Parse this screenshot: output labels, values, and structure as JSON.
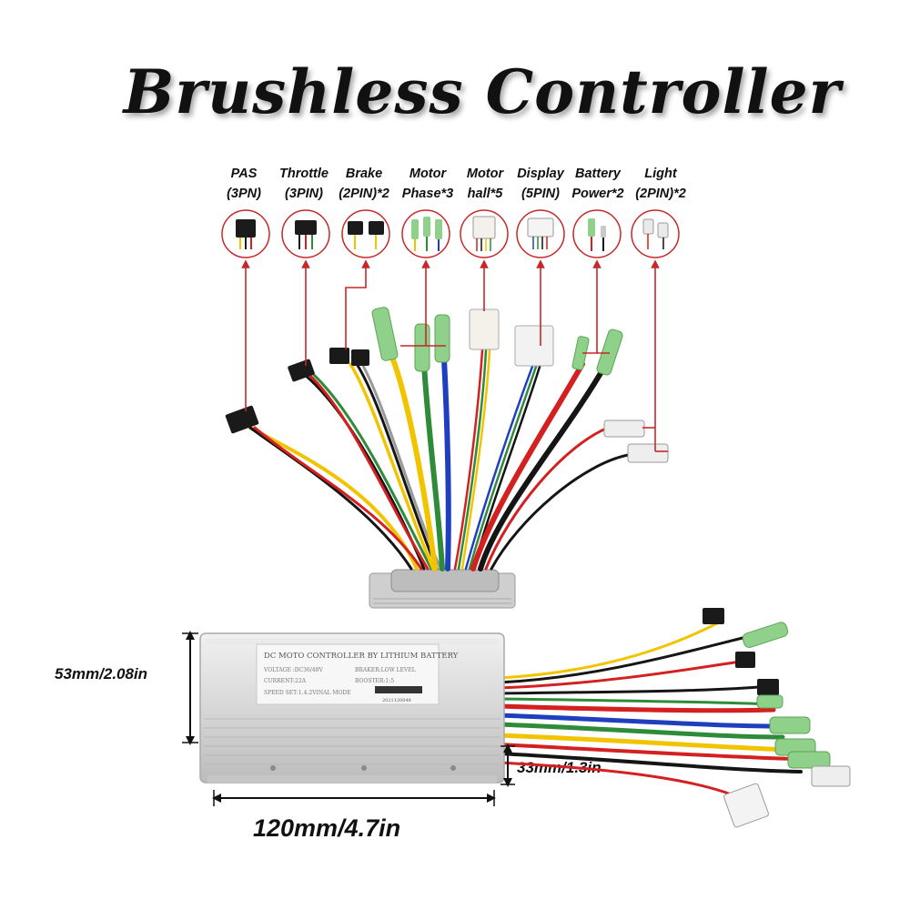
{
  "title": "Brushless Controller",
  "connectors": [
    {
      "id": "pas",
      "line1": "PAS",
      "line2": "(3PN)"
    },
    {
      "id": "throttle",
      "line1": "Throttle",
      "line2": "(3PIN)"
    },
    {
      "id": "brake",
      "line1": "Brake",
      "line2": "(2PIN)*2"
    },
    {
      "id": "motor-phase",
      "line1": "Motor",
      "line2": "Phase*3"
    },
    {
      "id": "motor-hall",
      "line1": "Motor",
      "line2": "hall*5"
    },
    {
      "id": "display",
      "line1": "Display",
      "line2": "(5PIN)"
    },
    {
      "id": "battery",
      "line1": "Battery",
      "line2": "Power*2"
    },
    {
      "id": "light",
      "line1": "Light",
      "line2": "(2PIN)*2"
    }
  ],
  "dimensions": {
    "height": "53mm/2.08in",
    "depth": "33mm/1.3in",
    "length": "120mm/4.7in"
  },
  "plate": {
    "heading": "DC MOTO CONTROLLER BY LITHIUM BATTERY",
    "voltage": "VOLTAGE :DC36/48V",
    "brake": "BRAKER:LOW LEVEL",
    "current": "CURRENT:22A",
    "booster": "BOOSTER:1:5",
    "speed": "SPEED SET:1.4.2VINAL MODE",
    "serial": "2021120048"
  },
  "colors": {
    "arrow": "#c62828",
    "yellow": "#f2c400",
    "green": "#2e8b3a",
    "blue": "#1f3fbf",
    "red": "#d42020",
    "black": "#151515",
    "aluminium": "#dcdcdc"
  }
}
